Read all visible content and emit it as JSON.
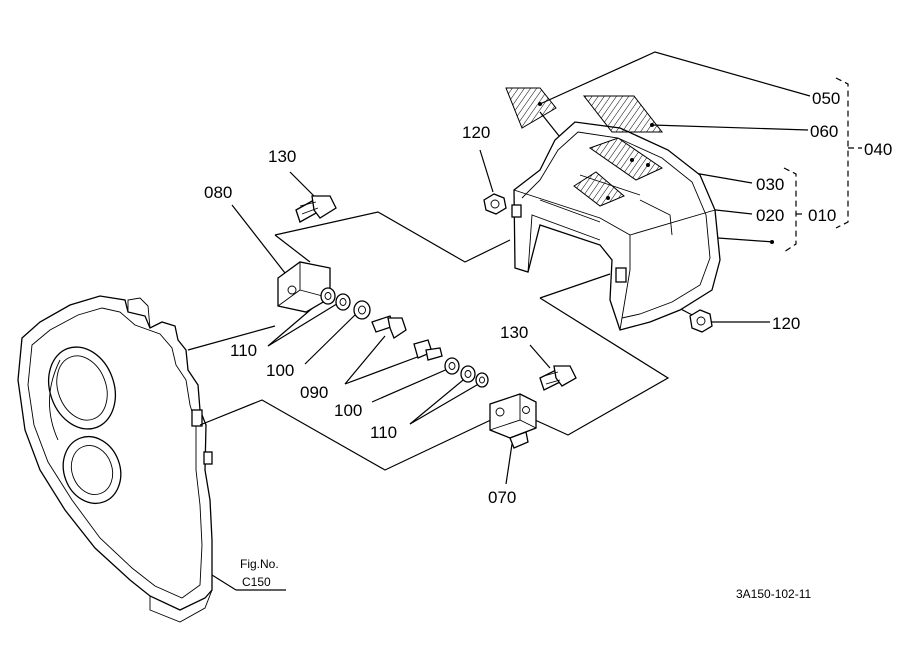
{
  "labels": {
    "p050": "050",
    "p060": "060",
    "p040": "040",
    "p030": "030",
    "p020": "020",
    "p010": "010",
    "p120a": "120",
    "p120b": "120",
    "p130a": "130",
    "p130b": "130",
    "p080": "080",
    "p110a": "110",
    "p100a": "100",
    "p090": "090",
    "p100b": "100",
    "p110b": "110",
    "p070": "070"
  },
  "fig_ref": {
    "title": "Fig.No.",
    "number": "C150"
  },
  "drawing_code": "3A150-102-11"
}
